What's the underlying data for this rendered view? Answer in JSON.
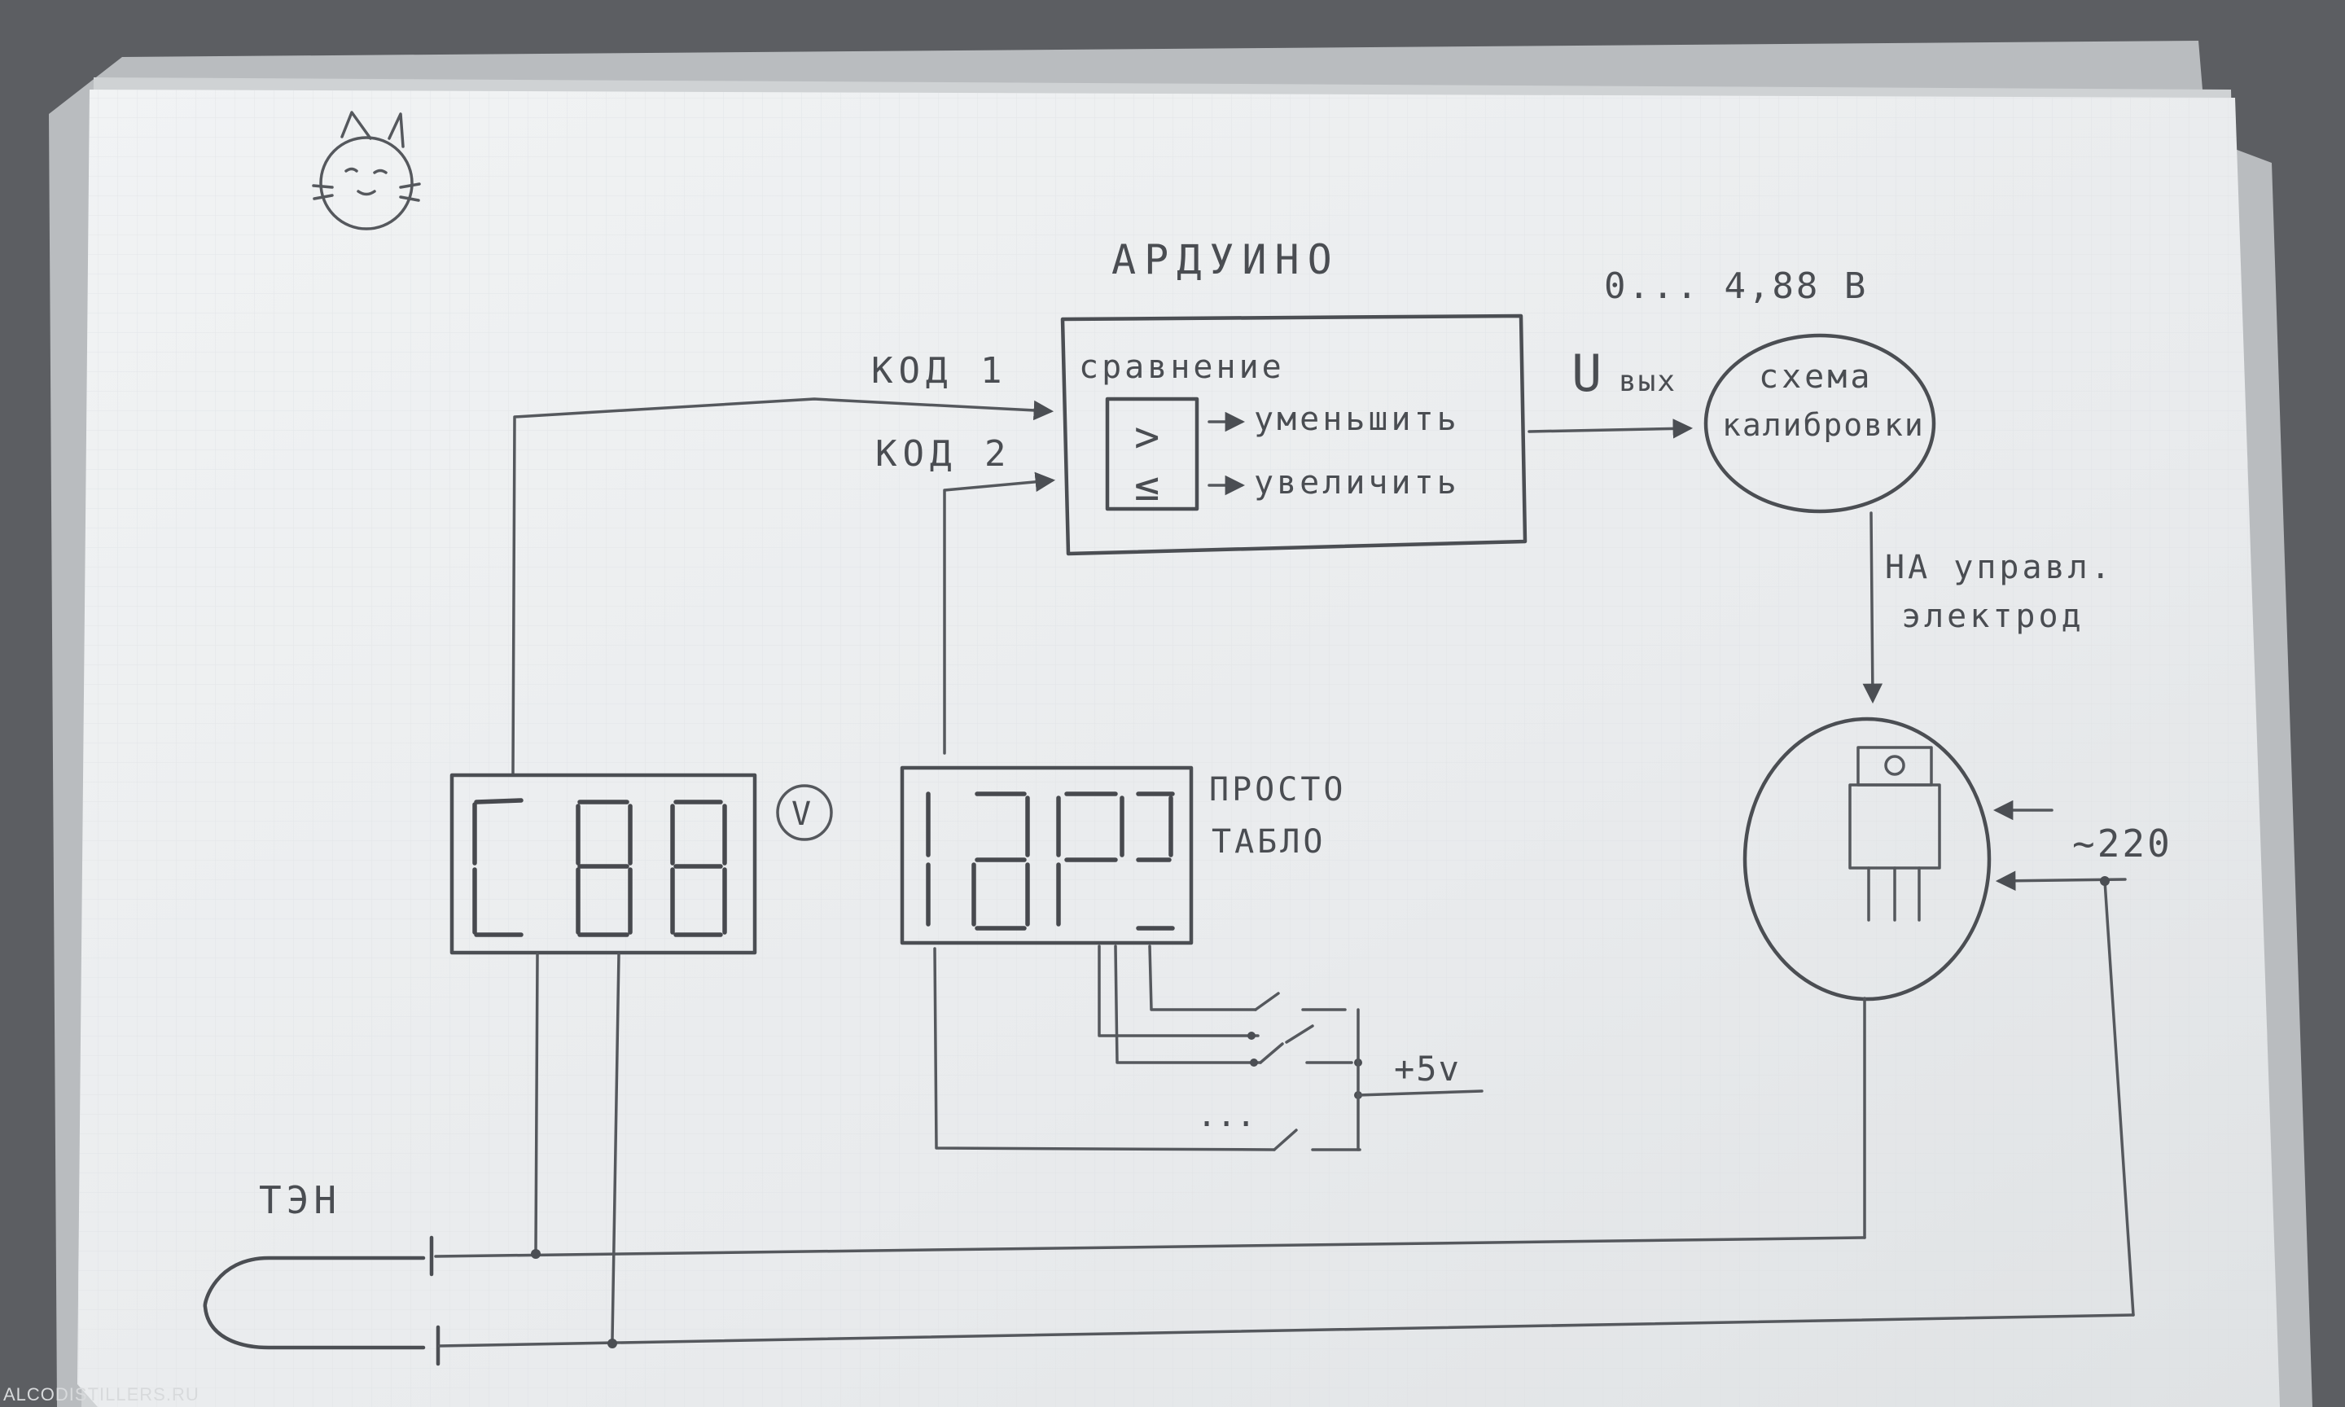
{
  "labels": {
    "arduino": "АРДУИНО",
    "voltage_range": "0... 4,88 В",
    "code1": "КОД 1",
    "code2": "КОД 2",
    "comparison": "сравнение",
    "decrease": "уменьшить",
    "increase": "увеличить",
    "u_out_symbol": "U",
    "u_out_subscript": "вых",
    "calibration_line1": "схема",
    "calibration_line2": "калибровки",
    "control_line1": "НА управл.",
    "control_line2": "электрод",
    "display_caption_line1": "ПРОСТО",
    "display_caption_line2": "ТАБЛО",
    "voltmeter_mark": "V",
    "mains": "~220",
    "supply": "+5v",
    "heater": "ТЭН",
    "ellipsis": "...",
    "comparator_gt": ">",
    "comparator_le": "≤"
  },
  "watermark": "ALCODISTILLERS.RU",
  "colors": {
    "ink": "#4b4e53",
    "paper": "#eceef0",
    "background": "#5c5e62"
  },
  "icons": [
    "cat-doodle-icon",
    "thyristor-icon",
    "switch-icon"
  ]
}
